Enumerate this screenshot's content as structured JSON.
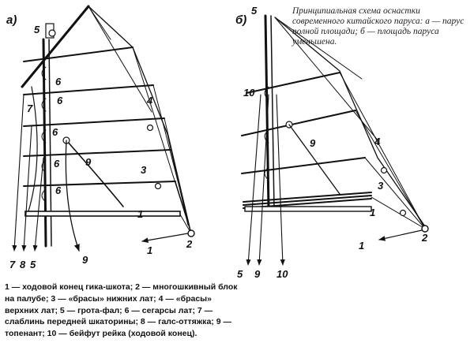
{
  "title": "Принципиальная схема оснастки современного китайского паруса: а — парус полной площади; б — площадь паруса уменьшена.",
  "panel_labels": {
    "a": "а)",
    "b": "б)"
  },
  "labels_a": {
    "n1": "1",
    "n2": "2",
    "n3": "3",
    "n4": "4",
    "n5": "5",
    "n5b": "5",
    "n6a": "6",
    "n6b": "6",
    "n6c": "6",
    "n6d": "6",
    "n6e": "6",
    "n7": "7",
    "n7b": "7",
    "n8": "8",
    "n9": "9",
    "n9b": "9",
    "n1b": "1"
  },
  "labels_b": {
    "n1": "1",
    "n1b": "1",
    "n2": "2",
    "n3": "3",
    "n4": "4",
    "n5": "5",
    "n5b": "5",
    "n9": "9",
    "n9b": "9",
    "n10": "10",
    "n10b": "10"
  },
  "caption": "1 — ходовой конец гика-шкота; 2 — многошкивный блок на палубе; 3 — «брасы» нижних лат; 4 — «брасы» верхних лат; 5 — грота-фал; 6 — сегарсы лат; 7 — слаблинь передней шкаторины; 8 — галс-оттяжка; 9 — топенант; 10 — бейфут рейка (ходовой конец)."
}
